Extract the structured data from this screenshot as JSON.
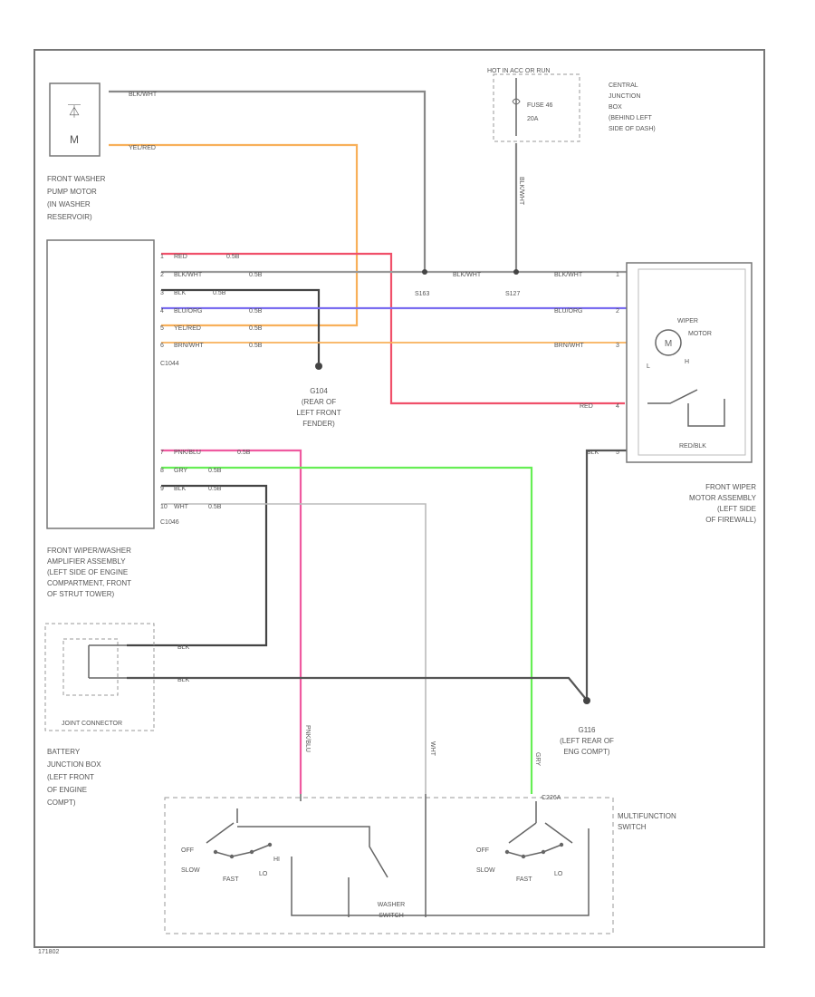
{
  "components": {
    "pump_motor": [
      "FRONT WASHER",
      "PUMP MOTOR",
      "(IN WASHER",
      "RESERVOIR)"
    ],
    "central_junction_box": [
      "CENTRAL",
      "JUNCTION",
      "BOX",
      "(BEHIND LEFT",
      "SIDE OF DASH)"
    ],
    "hot_source": "HOT IN ACC OR RUN",
    "fuse": [
      "FUSE 46",
      "20A"
    ],
    "wiper_motor": [
      "WIPER",
      "MOTOR"
    ],
    "wiper_motor_assembly": [
      "FRONT WIPER",
      "MOTOR ASSEMBLY",
      "(LEFT SIDE",
      "OF FIREWALL)"
    ],
    "amplifier": [
      "FRONT WIPER/WASHER",
      "AMPLIFIER ASSEMBLY",
      "(LEFT SIDE OF ENGINE",
      "COMPARTMENT, FRONT",
      "OF STRUT TOWER)"
    ],
    "joint_connector": "JOINT CONNECTOR",
    "battery_junction_box": [
      "BATTERY",
      "JUNCTION BOX",
      "(LEFT FRONT",
      "OF ENGINE",
      "COMPT)"
    ],
    "multifunction_switch": [
      "MULTIFUNCTION",
      "SWITCH"
    ],
    "washer_switch": [
      "WASHER",
      "SWITCH"
    ],
    "ground_g104": [
      "G104",
      "(REAR OF",
      "LEFT FRONT",
      "FENDER)"
    ],
    "ground_g116": [
      "G116",
      "(LEFT REAR OF",
      "ENG COMPT)"
    ],
    "splice_s163": "S163",
    "splice_s127": "S127",
    "connector_c1044": "C1044",
    "connector_c1046": "C1046",
    "connector_c226a": "C226A",
    "figure_id": "171802"
  },
  "wire_colors": {
    "BLK_WHT": "BLK/WHT",
    "YEL_RED": "YEL/RED",
    "BLU_ORG": "BLU/ORG",
    "BRN_WHT": "BRN/WHT",
    "RED": "RED",
    "BLK": "BLK",
    "PNK_BLU": "PNK/BLU",
    "GRY": "GRY",
    "WHT": "WHT",
    "RED_BLK": "RED/BLK"
  },
  "connector_1044_pins": [
    {
      "pin": "1",
      "wire": "RED",
      "size": "0.5B"
    },
    {
      "pin": "2",
      "wire": "BLK/WHT",
      "size": "0.5B"
    },
    {
      "pin": "3",
      "wire": "BLK",
      "size": "0.5B"
    },
    {
      "pin": "4",
      "wire": "BLU/ORG",
      "size": "0.5B"
    },
    {
      "pin": "5",
      "wire": "YEL/RED",
      "size": "0.5B"
    },
    {
      "pin": "6",
      "wire": "BRN/WHT",
      "size": "0.5B"
    }
  ],
  "connector_1046_pins": [
    {
      "pin": "7",
      "wire": "PNK/BLU",
      "size": "0.5B"
    },
    {
      "pin": "8",
      "wire": "GRY",
      "size": "0.5B"
    },
    {
      "pin": "9",
      "wire": "BLK",
      "size": "0.5B"
    },
    {
      "pin": "10",
      "wire": "WHT",
      "size": "0.5B"
    }
  ],
  "motor_pins": [
    "1",
    "2",
    "3",
    "4",
    "5"
  ],
  "motor_terminals": [
    "L",
    "H"
  ],
  "switch_positions": [
    "OFF",
    "SLOW",
    "FAST",
    "LO",
    "HI"
  ],
  "switch2_positions": [
    "OFF",
    "SLOW",
    "FAST",
    "LO"
  ],
  "colors": {
    "red": "#f0506a",
    "orange": "#f8b05a",
    "purple": "#7b6ef0",
    "green": "#66ee55",
    "pink": "#ef5aa0",
    "grey": "#888888",
    "black": "#444444"
  }
}
